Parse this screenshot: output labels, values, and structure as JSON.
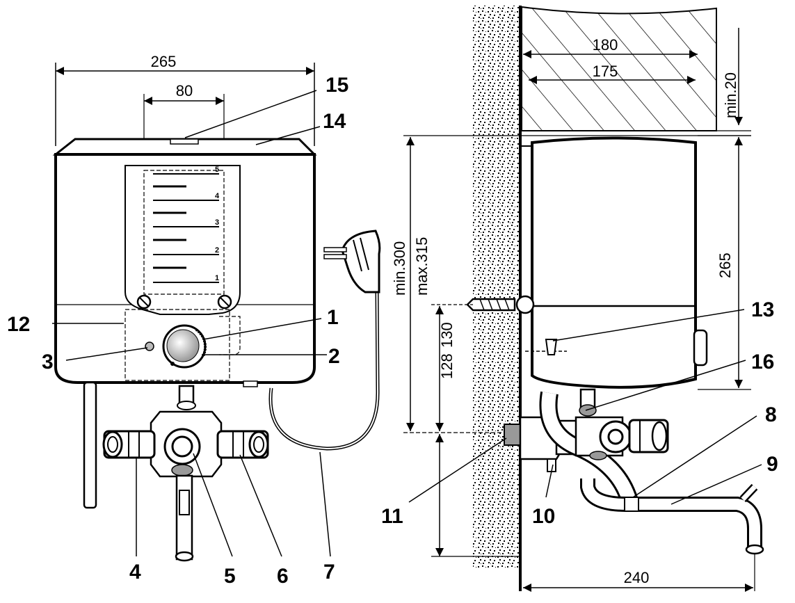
{
  "dimensions": {
    "width_total": "265",
    "window_width": "80",
    "bracket_outer": "180",
    "bracket_inner": "175",
    "min_gap_top": "min.20",
    "min_height": "min.300",
    "max_height": "max.315",
    "unit_height": "265",
    "dim_130": "130",
    "dim_128": "128",
    "depth": "240"
  },
  "scale_ticks": [
    "5",
    "4",
    "3",
    "2",
    "1"
  ],
  "labels": {
    "l1": "1",
    "l2": "2",
    "l3": "3",
    "l4": "4",
    "l5": "5",
    "l6": "6",
    "l7": "7",
    "l8": "8",
    "l9": "9",
    "l10": "10",
    "l11": "11",
    "l12": "12",
    "l13": "13",
    "l14": "14",
    "l15": "15",
    "l16": "16"
  }
}
